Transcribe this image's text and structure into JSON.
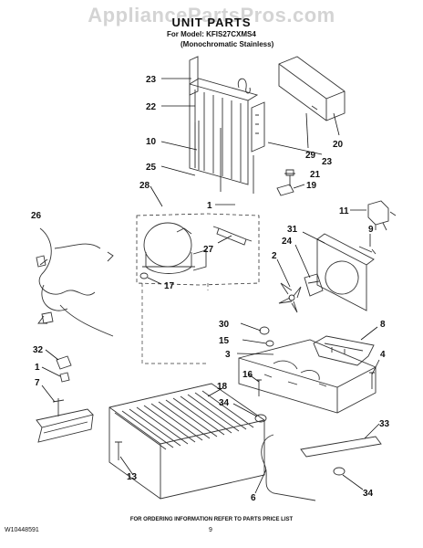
{
  "header": {
    "watermark": "AppliancePartsPros.com",
    "title": "UNIT PARTS",
    "model_line": "For Model: KFIS27CXMS4",
    "variant_line": "(Monochromatic Stainless)"
  },
  "callouts": [
    {
      "id": "c23a",
      "text": "23"
    },
    {
      "id": "c22",
      "text": "22"
    },
    {
      "id": "c10",
      "text": "10"
    },
    {
      "id": "c25",
      "text": "25"
    },
    {
      "id": "c28",
      "text": "28"
    },
    {
      "id": "c26",
      "text": "26"
    },
    {
      "id": "c1a",
      "text": "1"
    },
    {
      "id": "c27",
      "text": "27"
    },
    {
      "id": "c17",
      "text": "17"
    },
    {
      "id": "c20",
      "text": "20"
    },
    {
      "id": "c29",
      "text": "29"
    },
    {
      "id": "c23b",
      "text": "23"
    },
    {
      "id": "c21",
      "text": "21"
    },
    {
      "id": "c19",
      "text": "19"
    },
    {
      "id": "c11",
      "text": "11"
    },
    {
      "id": "c31",
      "text": "31"
    },
    {
      "id": "c9",
      "text": "9"
    },
    {
      "id": "c24",
      "text": "24"
    },
    {
      "id": "c2",
      "text": "2"
    },
    {
      "id": "c8",
      "text": "8"
    },
    {
      "id": "c30",
      "text": "30"
    },
    {
      "id": "c15",
      "text": "15"
    },
    {
      "id": "c3",
      "text": "3"
    },
    {
      "id": "c4",
      "text": "4"
    },
    {
      "id": "c32",
      "text": "32"
    },
    {
      "id": "c1b",
      "text": "1"
    },
    {
      "id": "c7",
      "text": "7"
    },
    {
      "id": "c16",
      "text": "16"
    },
    {
      "id": "c18",
      "text": "18"
    },
    {
      "id": "c34a",
      "text": "34"
    },
    {
      "id": "c33",
      "text": "33"
    },
    {
      "id": "c13",
      "text": "13"
    },
    {
      "id": "c6",
      "text": "6"
    },
    {
      "id": "c34b",
      "text": "34"
    }
  ],
  "footer": {
    "ordering_note": "FOR ORDERING INFORMATION REFER TO PARTS PRICE LIST",
    "document_number": "W10448591",
    "page_number": "9"
  }
}
